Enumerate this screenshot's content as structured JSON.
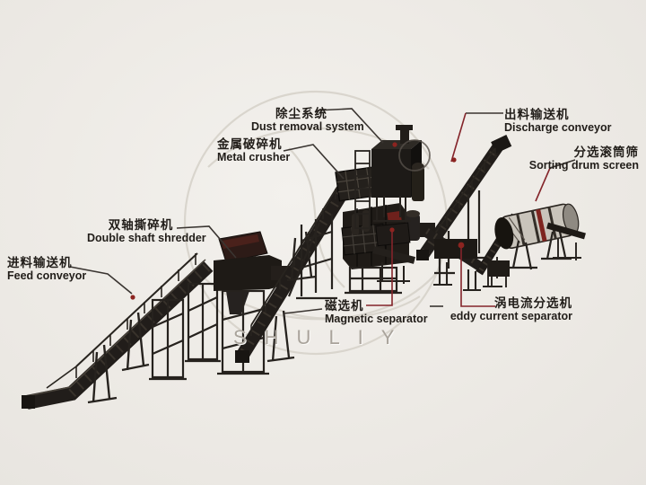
{
  "page": {
    "type": "equipment-flow-diagram",
    "subject": "metal recycling / shredding production line",
    "background_color": "#edeae5",
    "watermark_text": "SHULIY"
  },
  "labels": {
    "feed_conveyor": {
      "zh": "进料输送机",
      "en": "Feed conveyor"
    },
    "double_shaft_shredder": {
      "zh": "双轴撕碎机",
      "en": "Double shaft shredder"
    },
    "metal_crusher": {
      "zh": "金属破碎机",
      "en": "Metal crusher"
    },
    "dust_removal_system": {
      "zh": "除尘系统",
      "en": "Dust removal system"
    },
    "discharge_conveyor": {
      "zh": "出料输送机",
      "en": "Discharge conveyor"
    },
    "sorting_drum_screen": {
      "zh": "分选滚筒筛",
      "en": "Sorting drum screen"
    },
    "magnetic_separator": {
      "zh": "磁选机",
      "en": "Magnetic separator"
    },
    "eddy_current_separator": {
      "zh": "涡电流分选机",
      "en": "eddy current separator"
    }
  },
  "colors": {
    "machine_dark": "#1f1b17",
    "accent_red": "#8c2420",
    "leader_gray": "#3a3531",
    "leader_red": "#84242a",
    "drum_body": "#c9c4bb",
    "watermark_gray": "#a9a39b",
    "label_text": "#211d19"
  }
}
